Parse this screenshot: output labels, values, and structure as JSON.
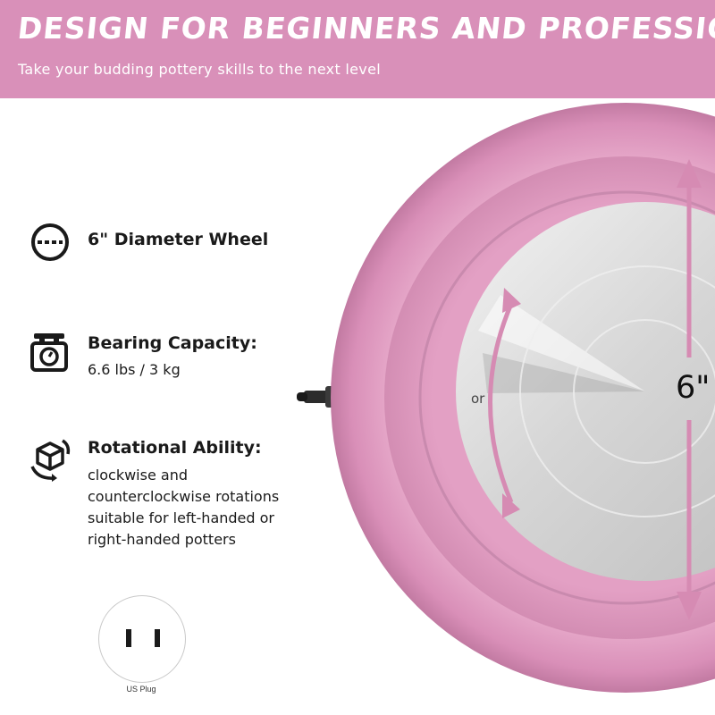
{
  "banner": {
    "title": "DESIGN FOR BEGINNERS AND PROFESSIONALS",
    "subtitle": "Take your budding pottery skills to the next level",
    "color": "#d990b9"
  },
  "features": [
    {
      "icon": "diameter-circle-icon",
      "title": "6\" Diameter Wheel"
    },
    {
      "icon": "scale-icon",
      "title": "Bearing Capacity:",
      "detail": "6.6 lbs / 3 kg"
    },
    {
      "icon": "rotation-cube-icon",
      "title": "Rotational Ability:",
      "lines": [
        "clockwise and",
        "counterclockwise rotations",
        "suitable for left-handed or",
        "right-handed potters"
      ]
    }
  ],
  "plug": {
    "icon": "us-plug-icon",
    "label": "US Plug"
  },
  "wheel": {
    "or_label": "or",
    "size_label": "6\"",
    "accent": "#d68bb3",
    "plate": "#d8d8d8"
  }
}
